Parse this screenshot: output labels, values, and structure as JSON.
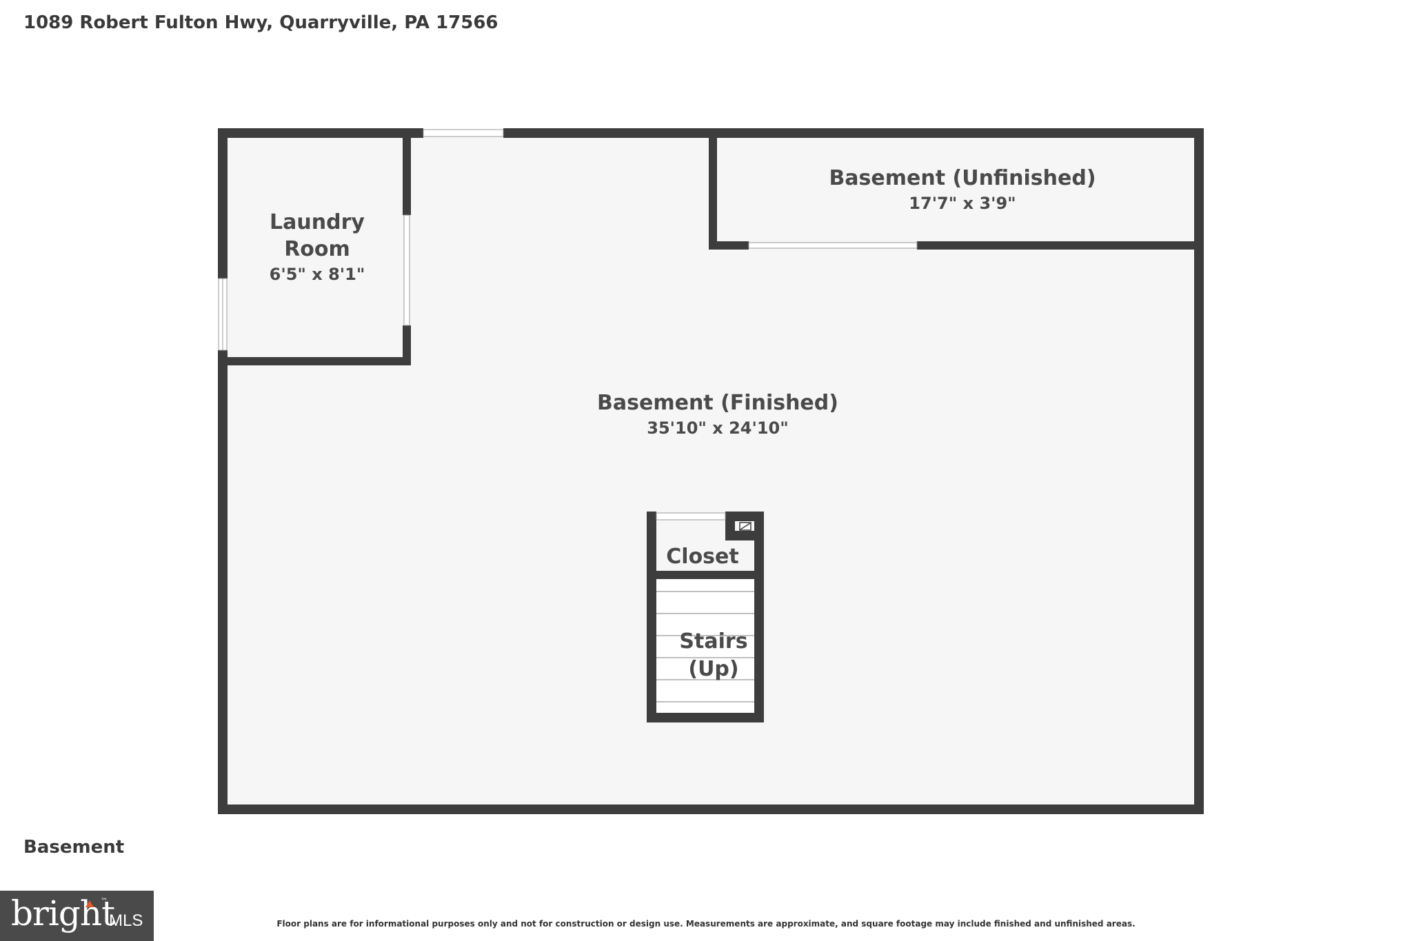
{
  "header": {
    "address": "1089 Robert Fulton Hwy, Quarryville, PA 17566"
  },
  "floor": {
    "name": "Basement"
  },
  "rooms": {
    "laundry": {
      "name_line1": "Laundry",
      "name_line2": "Room",
      "dims": "6'5\" x 8'1\""
    },
    "unfinished": {
      "name": "Basement (Unfinished)",
      "dims": "17'7\" x 3'9\""
    },
    "finished": {
      "name": "Basement (Finished)",
      "dims": "35'10\" x 24'10\""
    },
    "closet": {
      "name": "Closet"
    },
    "stairs": {
      "name_line1": "Stairs",
      "name_line2": "(Up)"
    }
  },
  "footer": {
    "disclaimer": "Floor plans are for informational purposes only and not for construction or design use. Measurements are approximate, and square footage may include finished and unfinished areas."
  },
  "logo": {
    "word": "bright",
    "suffix": "MLS",
    "tm": "™"
  },
  "colors": {
    "wall": "#3d3d3d",
    "floor": "#f6f6f6",
    "text": "#4a4a4a",
    "logo_bg": "#4a4a4a",
    "logo_accent": "#e05a2a"
  }
}
